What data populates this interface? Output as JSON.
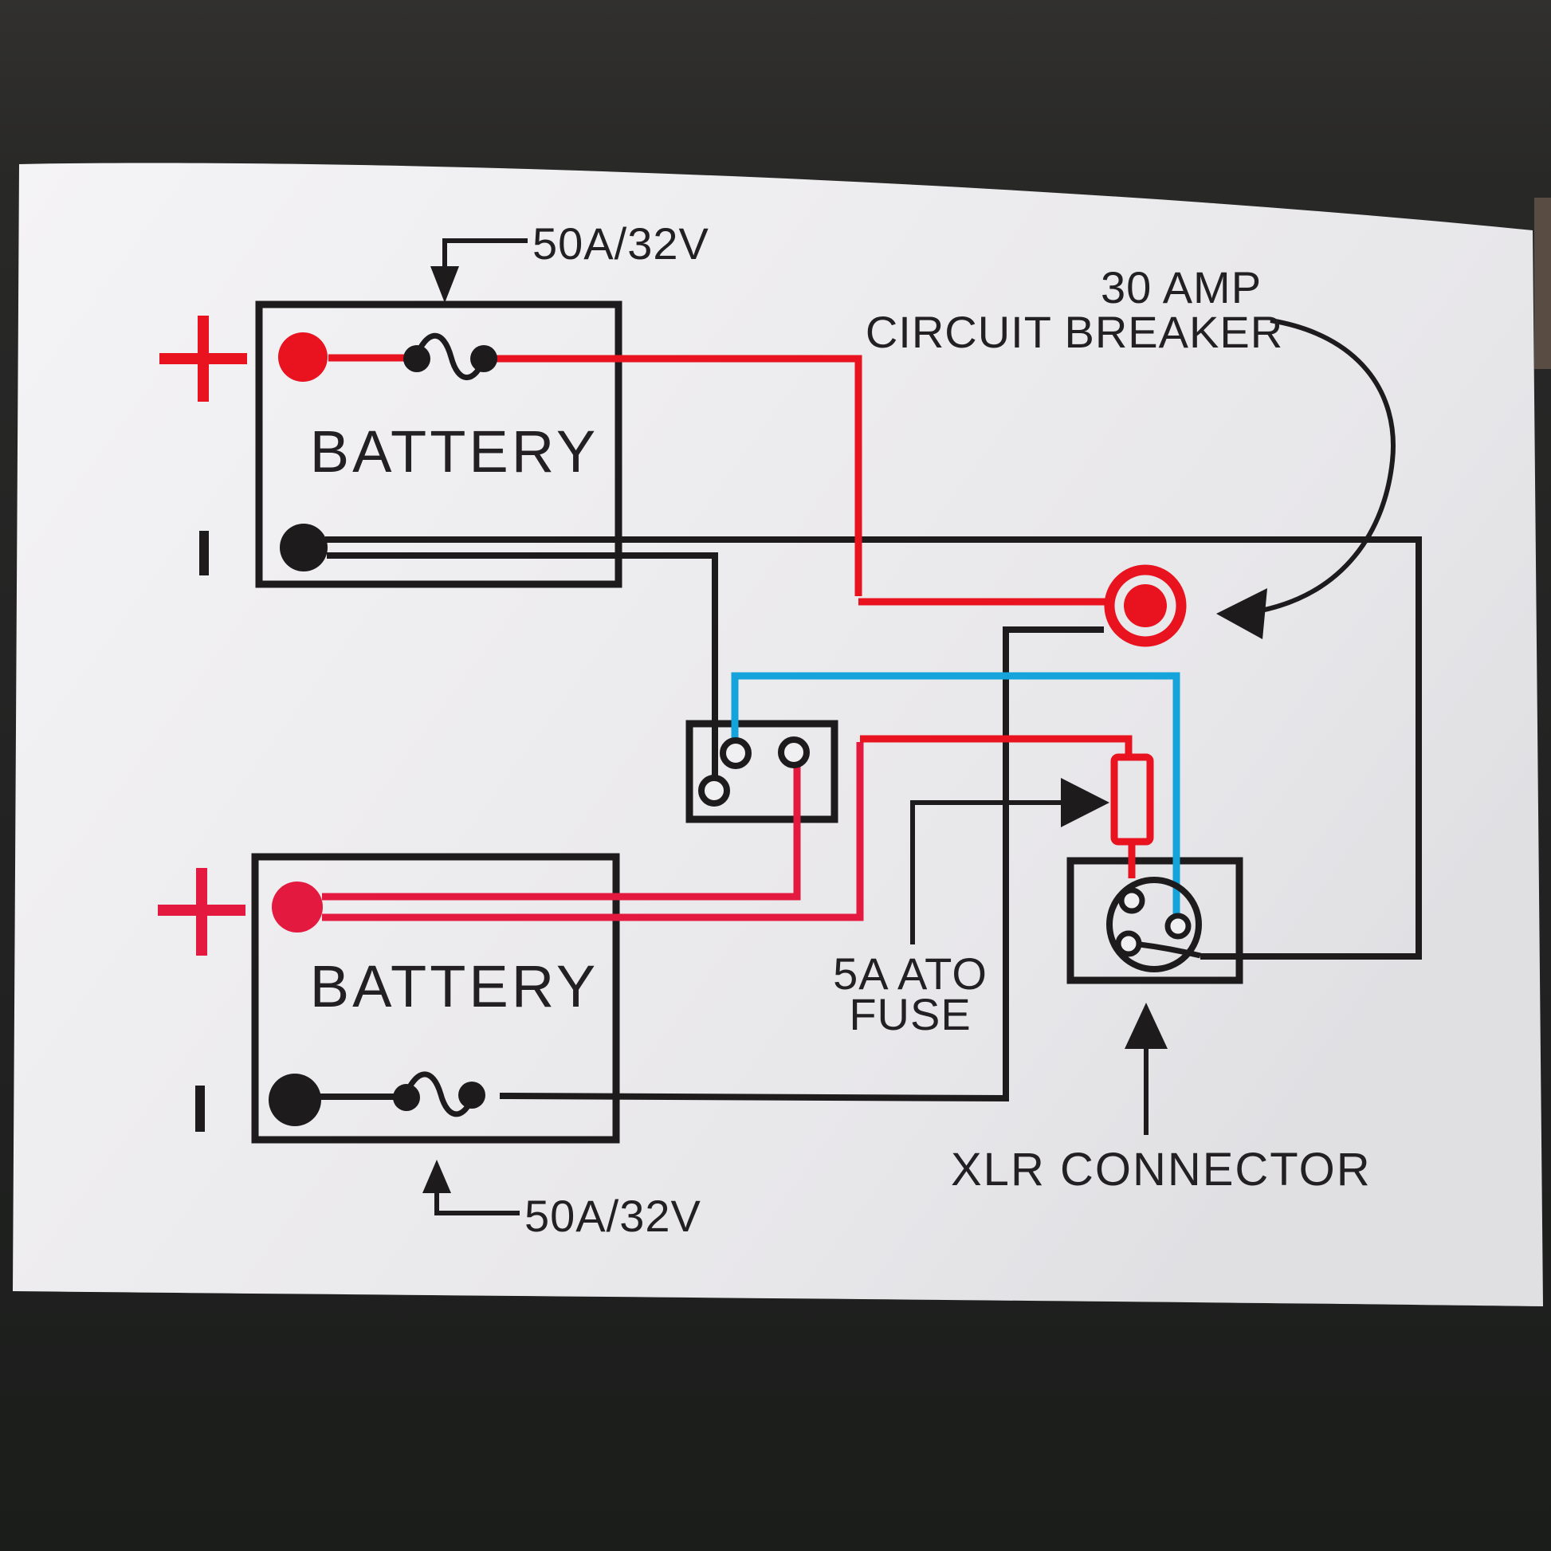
{
  "diagram": {
    "type": "wiring-diagram-label",
    "description": "Dual battery to XLR connector wiring diagram printed on a white sticker photographed on a dark surface",
    "colors": {
      "ink_black": "#1d1b1c",
      "red_positive": "#e8131f",
      "crimson_positive": "#e4193f",
      "blue_signal": "#14a3db",
      "sticker_white": "#edecee",
      "background_dark": "#242423"
    },
    "batteries": [
      {
        "name": "BATTERY",
        "fuse_rating": "50A/32V",
        "positive_symbol": "+",
        "negative_symbol": "|"
      },
      {
        "name": "BATTERY",
        "fuse_rating": "50A/32V",
        "positive_symbol": "+",
        "negative_symbol": "|"
      }
    ],
    "breaker": {
      "label_line1": "30 AMP",
      "label_line2": "CIRCUIT BREAKER"
    },
    "inline_fuse": {
      "label_line1": "5A ATO",
      "label_line2": "FUSE"
    },
    "xlr": {
      "label": "XLR CONNECTOR",
      "pin_count": 3
    },
    "switch": {
      "terminal_count": 3
    },
    "wires": [
      {
        "from": "battery-1 positive",
        "to": "30A circuit breaker",
        "color": "red"
      },
      {
        "from": "battery-1 negative",
        "to": "XLR connector pin",
        "color": "black"
      },
      {
        "from": "battery-1 negative",
        "to": "switch terminal",
        "color": "black"
      },
      {
        "from": "battery-2 positive",
        "to": "switch terminal",
        "color": "crimson"
      },
      {
        "from": "battery-2 positive",
        "to": "5A ATO fuse to XLR pin",
        "color": "red"
      },
      {
        "from": "battery-2 negative",
        "to": "30A circuit breaker",
        "color": "black"
      },
      {
        "from": "switch terminal",
        "to": "XLR connector pin",
        "color": "blue"
      }
    ]
  }
}
